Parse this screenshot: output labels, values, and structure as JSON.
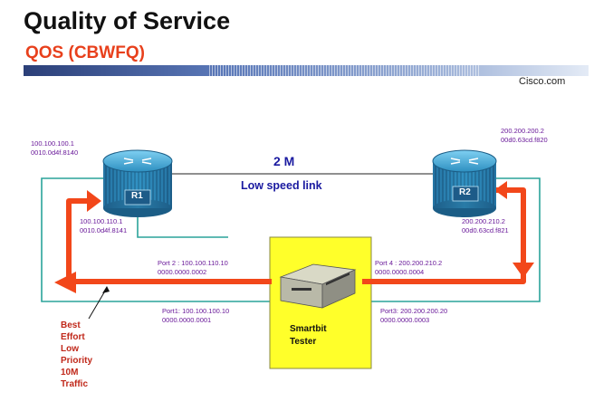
{
  "header": {
    "title": "Quality of Service",
    "subtitle": "QOS (CBWFQ)",
    "brand": "Cisco.com"
  },
  "routers": {
    "r1": {
      "label": "R1",
      "top_addr": [
        "100.100.100.1",
        "0010.0d4f.8140"
      ],
      "bottom_addr": [
        "100.100.110.1",
        "0010.0d4f.8141"
      ]
    },
    "r2": {
      "label": "R2",
      "top_addr": [
        "200.200.200.2",
        "00d0.63cd.f820"
      ],
      "bottom_addr": [
        "200.200.210.2",
        "00d0.63cd.f821"
      ]
    }
  },
  "link": {
    "speed": "2 M",
    "description": "Low speed link"
  },
  "ports": {
    "port2": [
      "Port 2 : 100.100.110.10",
      "0000.0000.0002"
    ],
    "port1": [
      "Port1: 100.100.100.10",
      "0000.0000.0001"
    ],
    "port4": [
      "Port 4 : 200.200.210.2",
      "0000.0000.0004"
    ],
    "port3": [
      "Port3: 200.200.200.20",
      "0000.0000.0003"
    ]
  },
  "tester": {
    "lines": [
      "Smartbit",
      "Tester"
    ]
  },
  "traffic_note": {
    "lines": [
      "Best",
      "Effort",
      "Low",
      "Priority",
      "10M",
      "Traffic"
    ]
  },
  "colors": {
    "accent": "#e8401c",
    "flow": "#f2471a",
    "link": "#2aa39a",
    "address": "#6a1a9a",
    "tester": "#ffff2a",
    "router": "#2d8fc0"
  }
}
